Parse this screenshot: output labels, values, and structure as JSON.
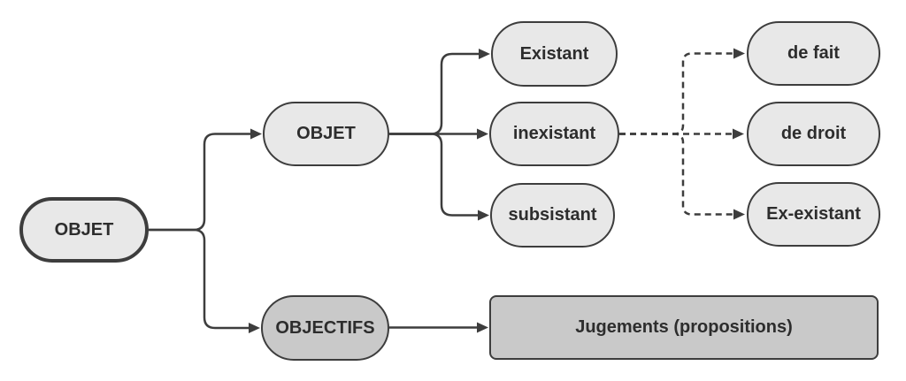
{
  "nodes": {
    "root": {
      "label": "OBJET"
    },
    "objet": {
      "label": "OBJET"
    },
    "objectifs": {
      "label": "OBJECTIFS"
    },
    "existant": {
      "label": "Existant"
    },
    "inexistant": {
      "label": "inexistant"
    },
    "subsistant": {
      "label": "subsistant"
    },
    "de_fait": {
      "label": "de fait"
    },
    "de_droit": {
      "label": "de droit"
    },
    "ex_existant": {
      "label": "Ex-existant"
    },
    "jugements": {
      "label": "Jugements (propositions)"
    }
  },
  "edges": [
    {
      "from": "root",
      "to": "objet",
      "style": "solid"
    },
    {
      "from": "root",
      "to": "objectifs",
      "style": "solid"
    },
    {
      "from": "objet",
      "to": "existant",
      "style": "solid"
    },
    {
      "from": "objet",
      "to": "inexistant",
      "style": "solid"
    },
    {
      "from": "objet",
      "to": "subsistant",
      "style": "solid"
    },
    {
      "from": "inexistant",
      "to": "de_fait",
      "style": "dashed"
    },
    {
      "from": "inexistant",
      "to": "de_droit",
      "style": "dashed"
    },
    {
      "from": "inexistant",
      "to": "ex_existant",
      "style": "dashed"
    },
    {
      "from": "objectifs",
      "to": "jugements",
      "style": "solid"
    }
  ],
  "colors": {
    "background": "#ffffff",
    "node_fill_light": "#e8e8e8",
    "node_fill_dark": "#c9c9c9",
    "node_border": "#3d3d3d",
    "connector": "#3d3d3d",
    "text": "#2d2d2d"
  }
}
